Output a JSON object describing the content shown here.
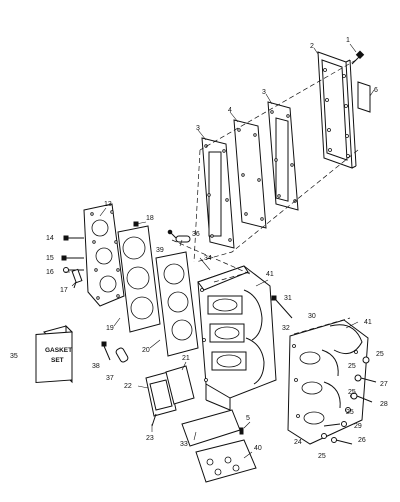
{
  "callouts": {
    "c1": "1",
    "c2": "2",
    "c3a": "3",
    "c3b": "3",
    "c4": "4",
    "c5": "5",
    "c6": "6",
    "c13": "13",
    "c14": "14",
    "c15": "15",
    "c16": "16",
    "c17": "17",
    "c18": "18",
    "c19": "19",
    "c20": "20",
    "c21": "21",
    "c22": "22",
    "c23": "23",
    "c24": "24",
    "c25a": "25",
    "c25b": "25",
    "c25c": "25",
    "c25d": "25",
    "c25e": "25",
    "c26": "26",
    "c27": "27",
    "c28": "28",
    "c29": "29",
    "c30": "30",
    "c31": "31",
    "c32": "32",
    "c33": "33",
    "c34": "34",
    "c35": "35",
    "c36": "36",
    "c37": "37",
    "c38": "38",
    "c39": "39",
    "c40": "40",
    "c41a": "41",
    "c41b": "41"
  },
  "gasket_box": {
    "line1": "GASKET",
    "line2": "SET"
  }
}
